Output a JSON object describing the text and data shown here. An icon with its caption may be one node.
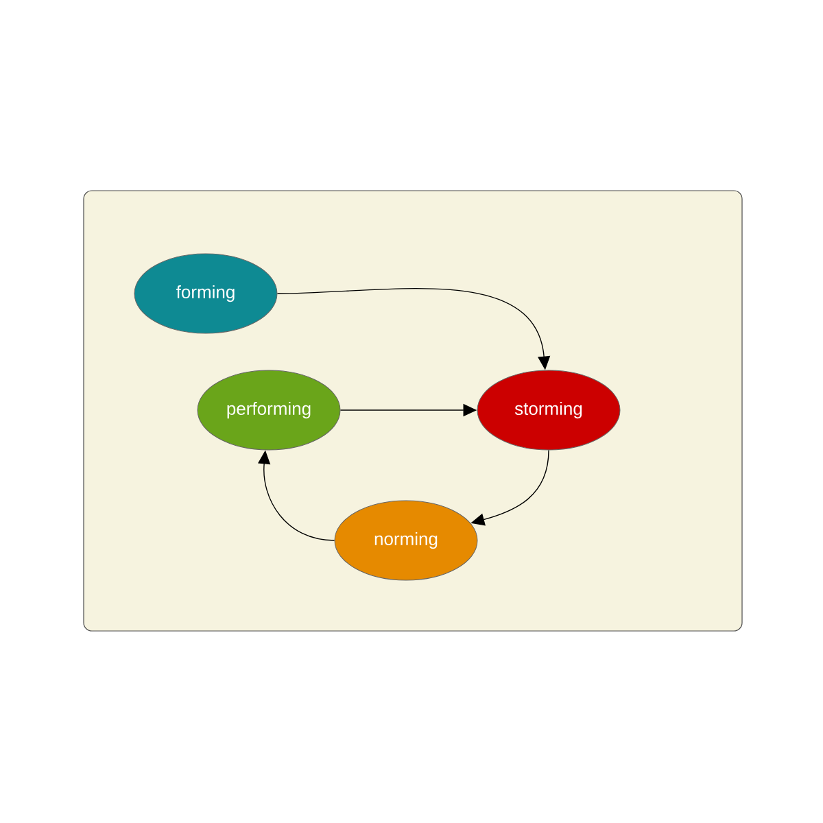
{
  "diagram": {
    "nodes": [
      {
        "text": [
          "forming"
        ]
      },
      {
        "text": [
          "performing"
        ]
      },
      {
        "text": [
          "storming"
        ]
      },
      {
        "text": [
          "norming"
        ]
      }
    ],
    "edges": [
      {
        "from": 0,
        "to": 2,
        "arrow": "to"
      },
      {
        "from": 1,
        "to": 2,
        "arrow": "to"
      },
      {
        "from": 2,
        "to": 3,
        "arrow": "to"
      },
      {
        "from": 3,
        "to": 1,
        "arrow": "to"
      }
    ]
  }
}
